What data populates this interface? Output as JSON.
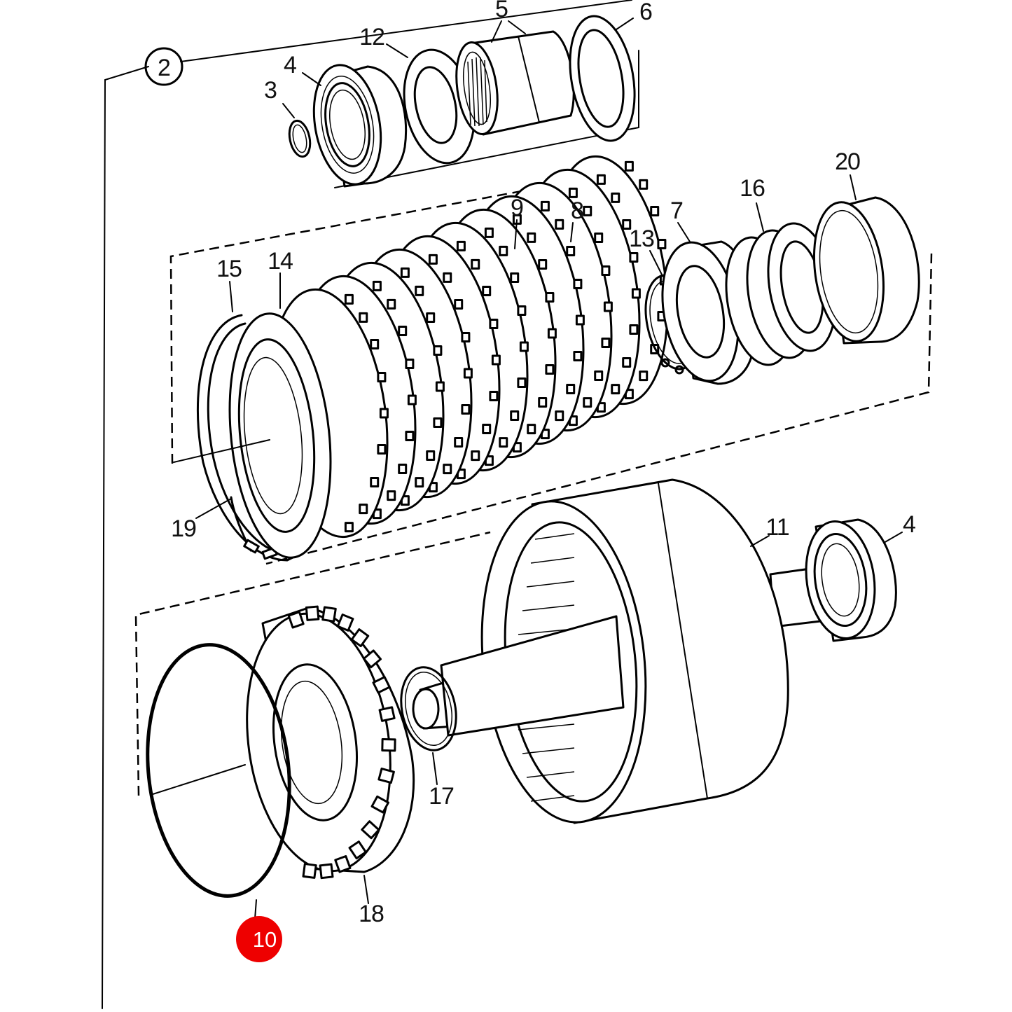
{
  "diagram": {
    "group_label": "2",
    "highlight_color": "#ee0000",
    "callouts": {
      "c2": "2",
      "c3": "3",
      "c4a": "4",
      "c4b": "4",
      "c5": "5",
      "c6": "6",
      "c7": "7",
      "c8": "8",
      "c9": "9",
      "c10": "10",
      "c11": "11",
      "c12": "12",
      "c13": "13",
      "c14": "14",
      "c15": "15",
      "c16": "16",
      "c17": "17",
      "c18": "18",
      "c19": "19",
      "c20": "20"
    },
    "highlighted_part": "10"
  }
}
